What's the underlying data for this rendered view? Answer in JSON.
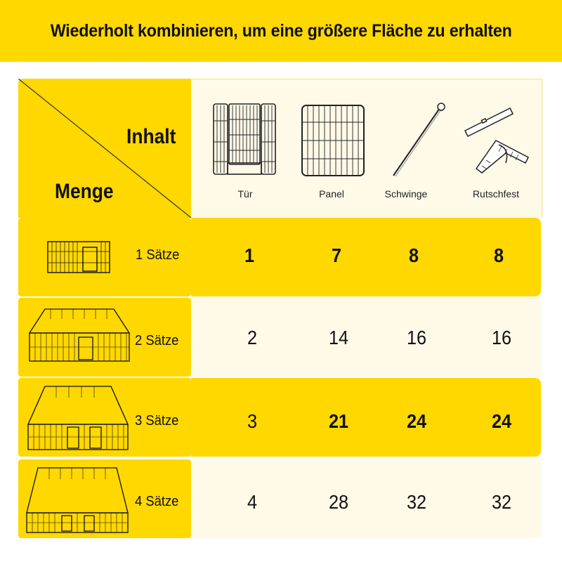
{
  "title": "Wiederholt kombinieren, um eine größere Fläche zu erhalten",
  "header": {
    "content_label": "Inhalt",
    "quantity_label": "Menge",
    "columns": [
      "Tür",
      "Panel",
      "Schwinge",
      "Rutschfest"
    ]
  },
  "rows": [
    {
      "label": "1 Sätze",
      "values": [
        "1",
        "7",
        "8",
        "8"
      ]
    },
    {
      "label": "2 Sätze",
      "values": [
        "2",
        "14",
        "16",
        "16"
      ]
    },
    {
      "label": "3 Sätze",
      "values": [
        "3",
        "21",
        "24",
        "24"
      ]
    },
    {
      "label": "4 Sätze",
      "values": [
        "4",
        "28",
        "32",
        "32"
      ]
    }
  ],
  "colors": {
    "accent": "#ffd800",
    "cream": "#fff9e8",
    "text": "#111111"
  },
  "icons": [
    "door-panel-icon",
    "panel-icon",
    "swing-rod-icon",
    "non-slip-foot-icon",
    "pen-1-set-icon",
    "pen-2-set-icon",
    "pen-3-set-icon",
    "pen-4-set-icon"
  ]
}
